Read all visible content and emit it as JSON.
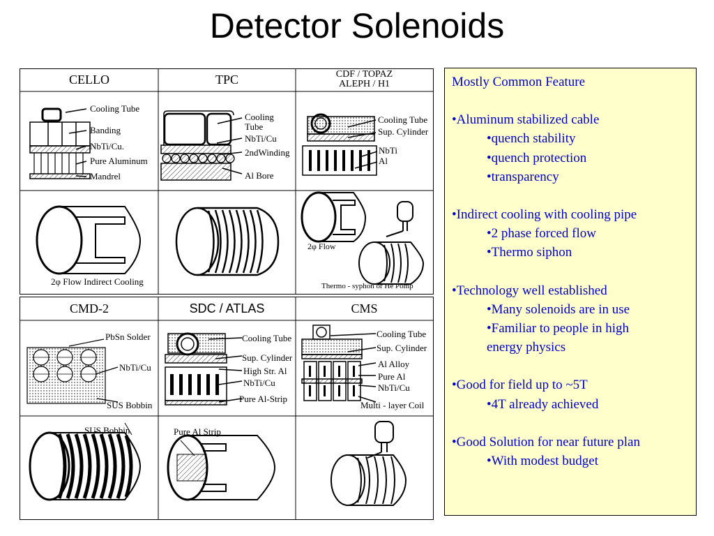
{
  "title": "Detector Solenoids",
  "grid_top": {
    "headers": [
      "CELLO",
      "TPC",
      "CDF / TOPAZ",
      "ALEPH / H1"
    ],
    "cello_labels": [
      "Cooling Tube",
      "Banding",
      "NbTi/Cu.",
      "Pure Aluminum",
      "Mandrel"
    ],
    "tpc_labels": [
      "Cooling Tube",
      "NbTi/Cu",
      "2ndWinding",
      "Al Bore"
    ],
    "cdf_labels": [
      "Cooling Tube",
      "Sup. Cylinder",
      "NbTi",
      "Al"
    ],
    "bottom_labels": [
      "2φ Flow Indirect Cooling",
      "2φ Flow",
      "Thermo - syphon or He Pomp"
    ]
  },
  "grid_bottom": {
    "headers": [
      "CMD-2",
      "SDC / ATLAS",
      "CMS"
    ],
    "cmd_labels": [
      "PbSn Solder",
      "NbTi/Cu",
      "SUS Bobbin"
    ],
    "sdc_labels": [
      "Cooling Tube",
      "Sup. Cylinder",
      "High Str. Al",
      "NbTi/Cu",
      "Pure Al-Strip"
    ],
    "cms_labels": [
      "Cooling Tube",
      "Sup. Cylinder",
      "Al Alloy",
      "Pure Al",
      "NbTi/Cu",
      "Multi - layer Coil"
    ],
    "bottom_labels": [
      "SUS Bobbin",
      "Pure Al Strip"
    ]
  },
  "notes": {
    "heading": "Mostly Common Feature",
    "groups": [
      {
        "main": "•Aluminum stabilized cable",
        "subs": [
          "•quench stability",
          "•quench protection",
          "•transparency"
        ]
      },
      {
        "main": "•Indirect cooling with cooling pipe",
        "subs": [
          "•2 phase forced flow",
          "•Thermo siphon"
        ]
      },
      {
        "main": "•Technology well established",
        "subs": [
          "•Many solenoids are in use",
          "•Familiar to people in high",
          "energy physics"
        ]
      },
      {
        "main": "•Good for field up to ~5T",
        "subs": [
          "•4T already achieved"
        ]
      },
      {
        "main": "•Good Solution for near future plan",
        "subs": [
          "•With modest budget"
        ]
      }
    ]
  }
}
